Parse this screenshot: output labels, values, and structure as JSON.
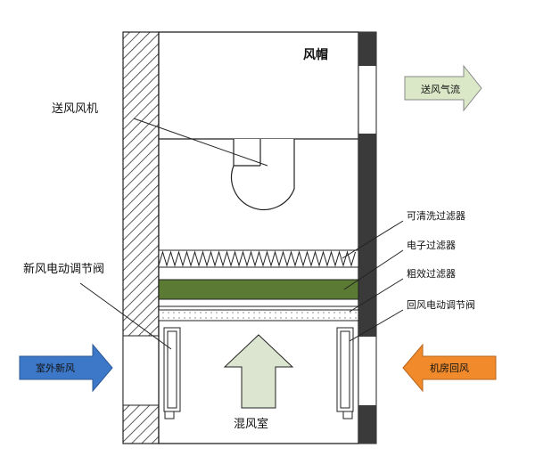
{
  "labels": {
    "hood": "风帽",
    "supply_fan": "送风风机",
    "supply_airflow": "送风气流",
    "washable_filter": "可清洗过滤器",
    "electronic_filter": "电子过滤器",
    "coarse_filter": "粗效过滤器",
    "return_damper": "回风电动调节阀",
    "fresh_damper": "新风电动调节阀",
    "outdoor_air": "室外新风",
    "room_return": "机房回风",
    "mixing_chamber": "混风室"
  },
  "colors": {
    "supply_arrow": "#dbe8c8",
    "outdoor_arrow": "#3d78c8",
    "return_arrow": "#f08a2a",
    "mixing_arrow": "#dbe5d0",
    "electronic_filter": "#5b7a34",
    "dark_strip": "#3a3a3a"
  }
}
